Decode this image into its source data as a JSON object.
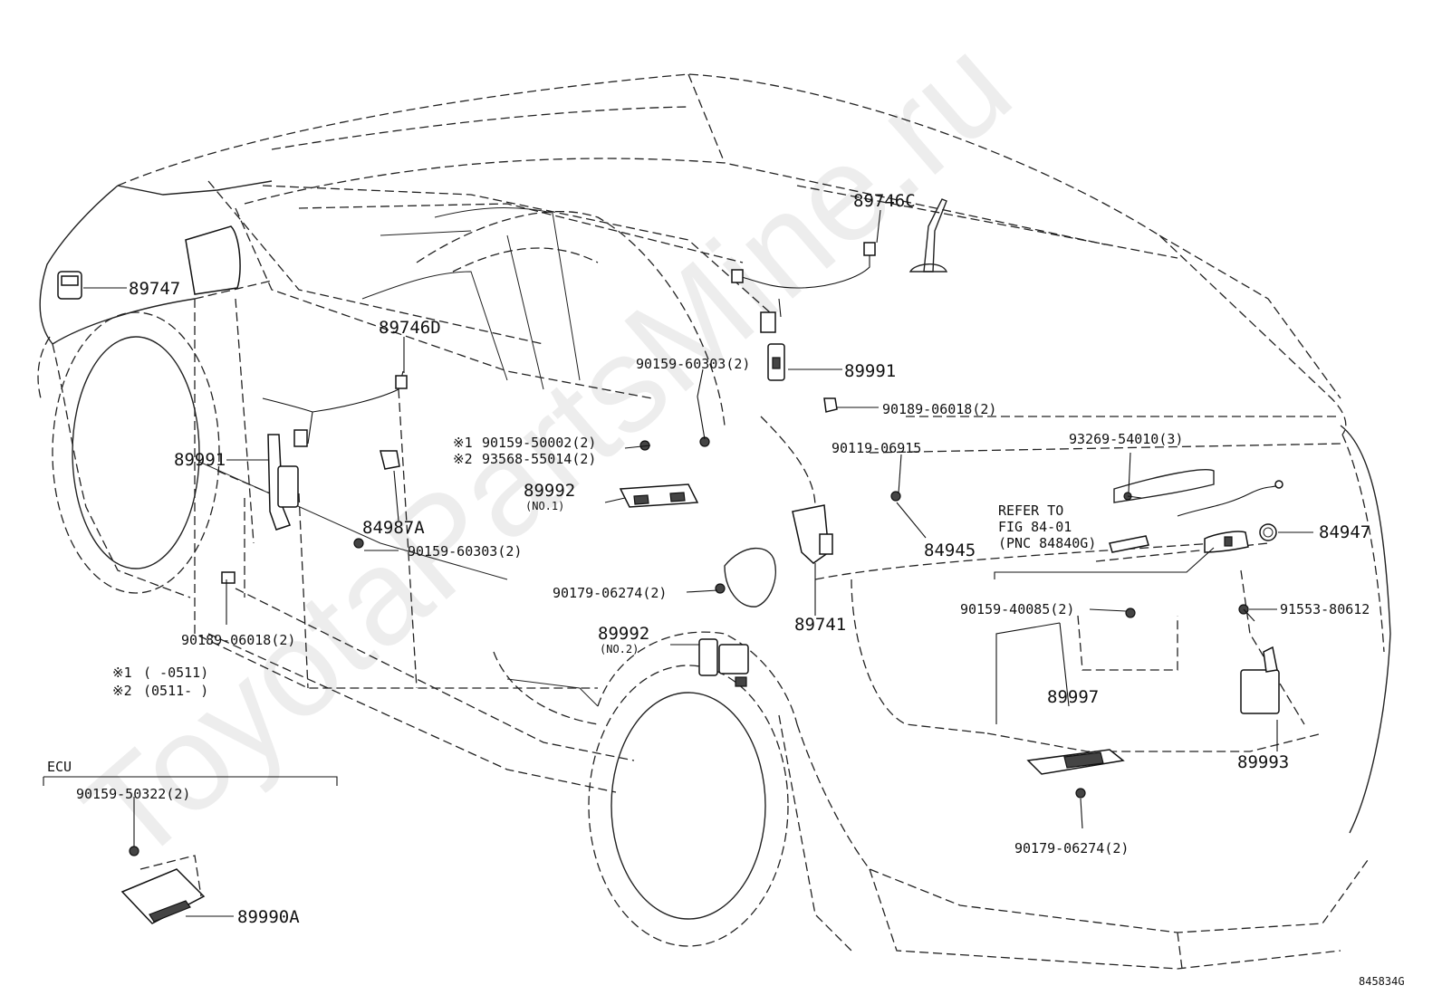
{
  "watermark": "ToyotaPartsMine.ru",
  "figure_code": "845834G",
  "labels": {
    "p89747": "89747",
    "p89746c": "89746C",
    "p89746d": "89746D",
    "p89991_right": "89991",
    "p89991_left": "89991",
    "b90159_60303_top": "90159-60303(2)",
    "c90189_06018_top": "90189-06018(2)",
    "s90119_06915": "90119-06915",
    "s93269_54010": "93269-54010(3)",
    "note1_prefix": "※1",
    "note1_part": "90159-50002(2)",
    "note2_prefix": "※2",
    "note2_part": "93568-55014(2)",
    "p89992_no1": "89992",
    "p89992_no1_sub": "(NO.1)",
    "p84987a": "84987A",
    "b90159_60303_low": "90159-60303(2)",
    "c90189_06018_low": "90189-06018(2)",
    "refer_line1": "REFER TO",
    "refer_line2": "FIG 84-01",
    "refer_line3": "(PNC 84840G)",
    "p84945": "84945",
    "p84947": "84947",
    "c90179_06274_mid": "90179-06274(2)",
    "p89992_no2": "89992",
    "p89992_no2_sub": "(NO.2)",
    "p89741": "89741",
    "b90159_40085": "90159-40085(2)",
    "s91553_80612": "91553-80612",
    "p89997": "89997",
    "p89993": "89993",
    "c90179_06274_low": "90179-06274(2)",
    "legend1_mark": "※1",
    "legend1_range": "(      -0511)",
    "legend2_mark": "※2",
    "legend2_range": "(0511-      )",
    "ecu_title": "ECU",
    "ecu_bolt": "90159-50322(2)",
    "p89990a": "89990A"
  }
}
